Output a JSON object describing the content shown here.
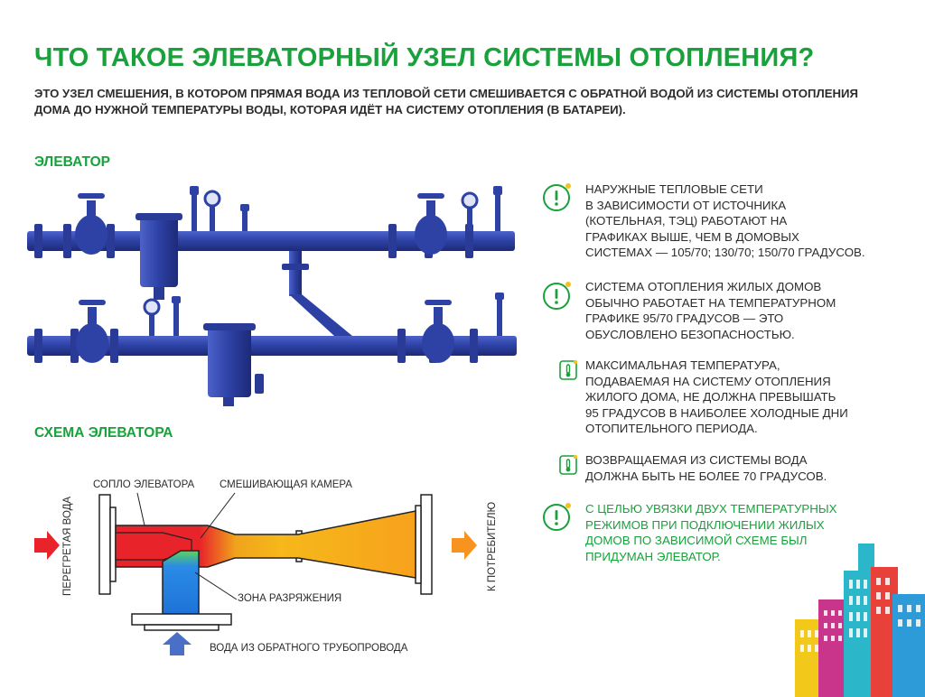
{
  "header": {
    "title": "ЧТО ТАКОЕ ЭЛЕВАТОРНЫЙ УЗЕЛ СИСТЕМЫ ОТОПЛЕНИЯ?",
    "intro": "ЭТО УЗЕЛ СМЕШЕНИЯ, В КОТОРОМ ПРЯМАЯ ВОДА ИЗ ТЕПЛОВОЙ СЕТИ СМЕШИВАЕТСЯ С ОБРАТНОЙ ВОДОЙ ИЗ СИСТЕМЫ ОТОПЛЕНИЯ ДОМА ДО НУЖНОЙ ТЕМПЕРАТУРЫ ВОДЫ, КОТОРАЯ ИДЁТ НА СИСТЕМУ ОТОПЛЕНИЯ (В БАТАРЕИ)."
  },
  "sections": {
    "elevator": "ЭЛЕВАТОР",
    "scheme": "СХЕМА ЭЛЕВАТОРА"
  },
  "scheme_labels": {
    "nozzle": "СОПЛО ЭЛЕВАТОРА",
    "mixing_chamber": "СМЕШИВАЮЩАЯ КАМЕРА",
    "vacuum_zone": "ЗОНА РАЗРЯЖЕНИЯ",
    "return_water": "ВОДА ИЗ ОБРАТНОГО ТРУБОПРОВОДА",
    "superheated_water": "ПЕРЕГРЕТАЯ ВОДА",
    "to_consumer": "К ПОТРЕБИТЕЛЮ"
  },
  "facts": [
    {
      "text": "НАРУЖНЫЕ ТЕПЛОВЫЕ СЕТИ\nВ ЗАВИСИМОСТИ ОТ ИСТОЧНИКА\n(КОТЕЛЬНАЯ, ТЭЦ) РАБОТАЮТ НА\nГРАФИКАХ ВЫШЕ, ЧЕМ В ДОМОВЫХ\nСИСТЕМАХ — 105/70; 130/70; 150/70 ГРАДУСОВ.",
      "icon": "exclamation-circle-icon"
    },
    {
      "text": "СИСТЕМА ОТОПЛЕНИЯ ЖИЛЫХ ДОМОВ\nОБЫЧНО РАБОТАЕТ НА ТЕМПЕРАТУРНОМ\nГРАФИКЕ 95/70 ГРАДУСОВ — ЭТО\nОБУСЛОВЛЕНО БЕЗОПАСНОСТЬЮ.",
      "icon": "exclamation-circle-icon"
    },
    {
      "text": "МАКСИМАЛЬНАЯ ТЕМПЕРАТУРА,\nПОДАВАЕМАЯ НА СИСТЕМУ ОТОПЛЕНИЯ\nЖИЛОГО ДОМА, НЕ ДОЛЖНА ПРЕВЫШАТЬ\n95 ГРАДУСОВ В НАИБОЛЕЕ ХОЛОДНЫЕ ДНИ\nОТОПИТЕЛЬНОГО ПЕРИОДА.",
      "icon": "thermometer-icon"
    },
    {
      "text": "ВОЗВРАЩАЕМАЯ ИЗ СИСТЕМЫ ВОДА\nДОЛЖНА БЫТЬ НЕ БОЛЕЕ 70 ГРАДУСОВ.",
      "icon": "thermometer-icon"
    },
    {
      "text": "С ЦЕЛЬЮ УВЯЗКИ ДВУХ ТЕМПЕРАТУРНЫХ\nРЕЖИМОВ ПРИ ПОДКЛЮЧЕНИИ ЖИЛЫХ\nДОМОВ ПО ЗАВИСИМОЙ СХЕМЕ БЫЛ\nПРИДУМАН ЭЛЕВАТОР.",
      "icon": "exclamation-circle-icon"
    }
  ],
  "colors": {
    "accent": "#19a13c",
    "pipe": "#2b3d9c",
    "hot": "#e8232a",
    "cold": "#1e73d8",
    "warm": "#f7a21c"
  }
}
